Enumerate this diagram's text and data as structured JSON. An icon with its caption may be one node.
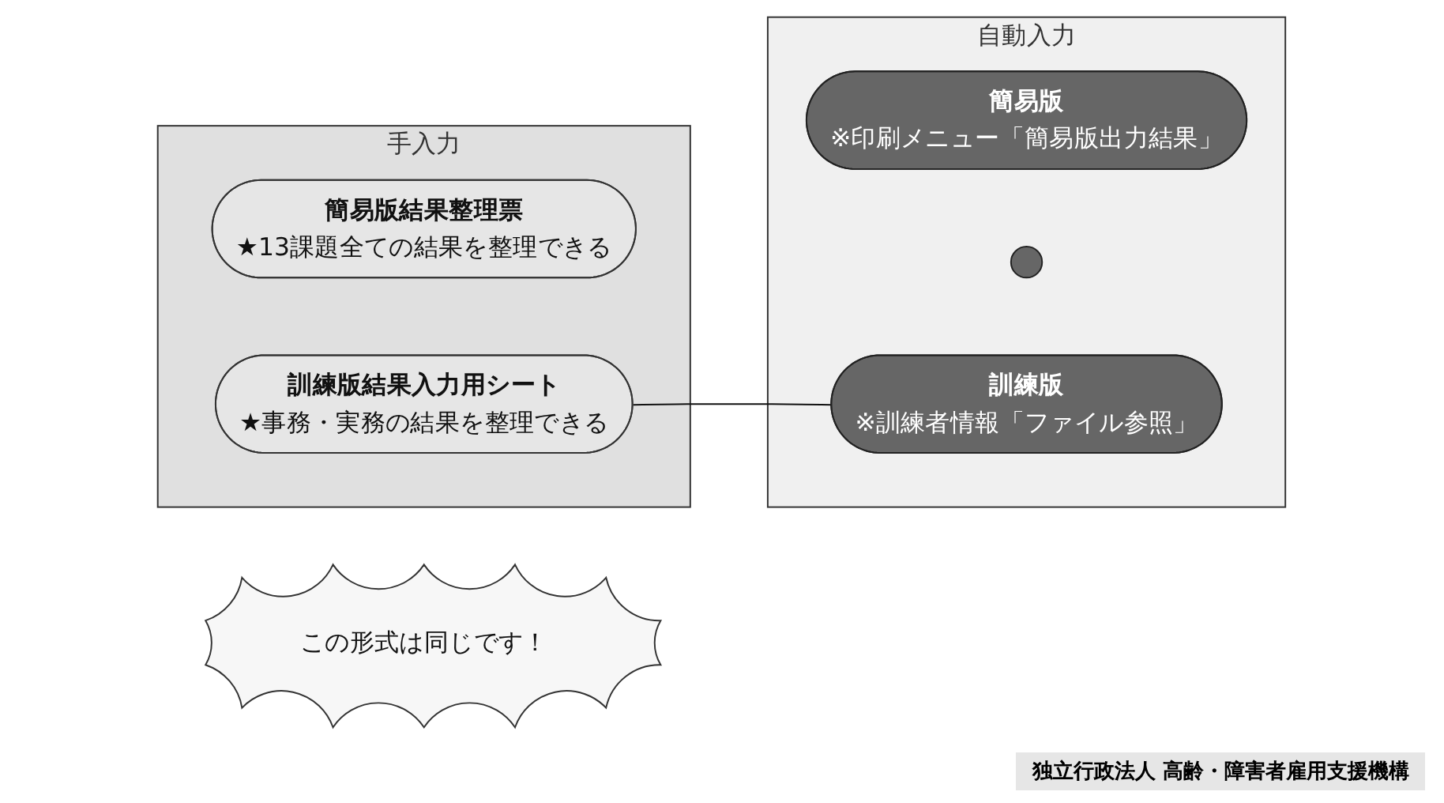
{
  "diagram": {
    "nodes": [
      {
        "text": [
          "手入力"
        ]
      },
      {
        "text": [
          "簡易版結果整理票",
          "★13課題全ての結果を整理できる"
        ],
        "in": 0
      },
      {
        "text": [
          "訓練版結果入力用シート",
          "★事務・実務の結果を整理できる"
        ],
        "in": 0
      },
      {
        "text": [
          "自動入力"
        ]
      },
      {
        "text": [
          "簡易版",
          "※印刷メニュー「簡易版出力結果」"
        ],
        "in": 3
      },
      {
        "text": [],
        "shape": "circle",
        "in": 3
      },
      {
        "text": [
          "訓練版",
          "※訓練者情報「ファイル参照」"
        ],
        "in": 3
      },
      {
        "text": [
          "この形式は同じです！"
        ]
      }
    ],
    "edges": [
      {
        "from": 2,
        "to": 6,
        "arrow": "none"
      }
    ],
    "labels": [
      "独立行政法人 高齢・障害者雇用支援機構"
    ]
  }
}
